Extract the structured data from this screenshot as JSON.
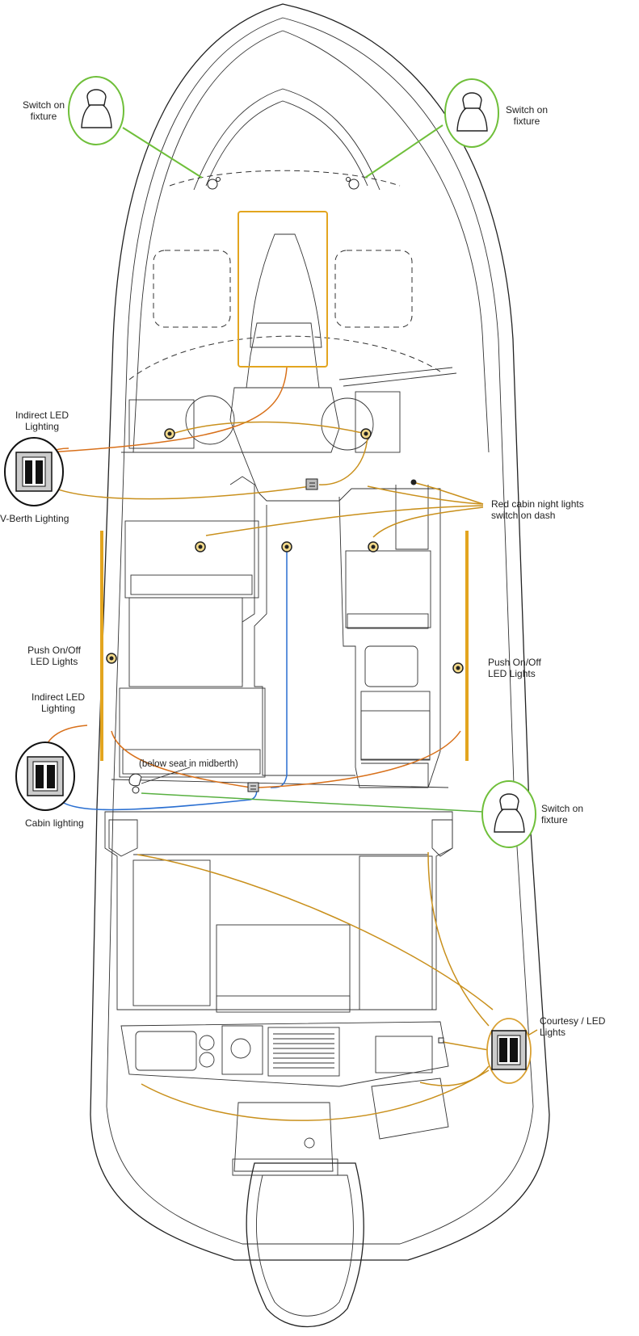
{
  "labels": {
    "switch_fixture_fwd_left": "Switch on\nfixture",
    "switch_fixture_fwd_right": "Switch on\nfixture",
    "indirect_led_top": "Indirect LED\nLighting",
    "v_berth": "V-Berth Lighting",
    "red_night_lights": "Red cabin night lights\nswitch on dash",
    "push_led_left": "Push On/Off\nLED Lights",
    "push_led_right": "Push On/Off\nLED Lights",
    "indirect_led_mid": "Indirect LED\nLighting",
    "below_seat": "(below seat in midberth)",
    "switch_fixture_cabin": "Switch on\nfixture",
    "cabin_lighting": "Cabin lighting",
    "courtesy_led": "Courtesy / LED\nLights"
  },
  "colors": {
    "green": "#6fbf3a",
    "orange_wire": "#d8701a",
    "gold_wire": "#c9901c",
    "blue_wire": "#2a6fd1",
    "green_wire": "#58b040",
    "led_strip": "#e3a51f",
    "outline": "#222222"
  }
}
